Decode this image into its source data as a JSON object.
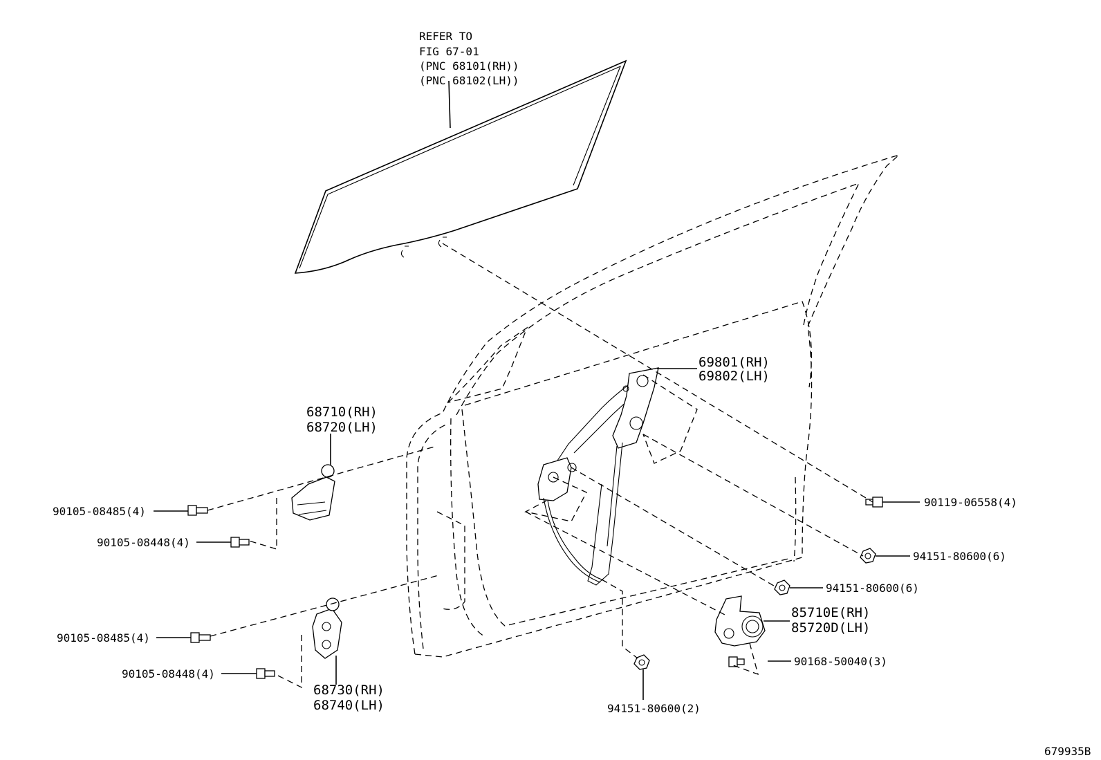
{
  "refer_note": {
    "line1": "REFER TO",
    "line2": "FIG 67-01",
    "line3": "(PNC 68101(RH))",
    "line4": "(PNC 68102(LH))"
  },
  "labels": {
    "regulator_rh": "69801(RH)",
    "regulator_lh": "69802(LH)",
    "upper_hinge_rh": "68710(RH)",
    "upper_hinge_lh": "68720(LH)",
    "lower_hinge_rh": "68730(RH)",
    "lower_hinge_lh": "68740(LH)",
    "motor_rh": "85710E(RH)",
    "motor_lh": "85720D(LH)",
    "bolt_upper_hinge_1": "90105-08485(4)",
    "bolt_upper_hinge_2": "90105-08448(4)",
    "bolt_lower_hinge_1": "90105-08485(4)",
    "bolt_lower_hinge_2": "90105-08448(4)",
    "bolt_glass": "90119-06558(4)",
    "nut_regulator_1": "94151-80600(6)",
    "nut_regulator_2": "94151-80600(6)",
    "nut_regulator_bottom": "94151-80600(2)",
    "screw_motor": "90168-50040(3)"
  },
  "figure_code": "679935B"
}
